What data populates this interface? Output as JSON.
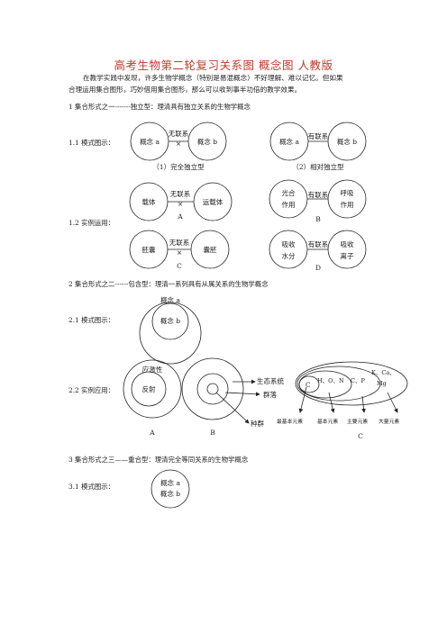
{
  "title": "高考生物第二轮复习关系图 概念图 人教版",
  "intro": {
    "line1": "在教学实践中发现，许多生物学概念（特别是易混概念）不好理解、难以记忆。但如果",
    "line2": "合理运用集合图形，巧妙借用集合图形，那么可以收到事半功倍的教学效果。"
  },
  "section1": {
    "heading": "1  集合形式之一-------独立型：理清具有独立关系的生物学概念",
    "pattern_label": "1.1  模式图示：",
    "pattern_a": {
      "left": "概念 a",
      "right": "概念 b",
      "relation": "无联系",
      "mark": "×",
      "caption": "（1）完全独立型"
    },
    "pattern_b": {
      "left": "概念 a",
      "right": "概念 b",
      "relation": "有联系",
      "caption": "（2）相对独立型"
    },
    "example_label": "1.2 实例运用：",
    "ex_A": {
      "left": "载体",
      "right": "运载体",
      "relation": "无联系",
      "mark": "×",
      "letter": "A"
    },
    "ex_B": {
      "left1": "光合",
      "left2": "作用",
      "right1": "呼吸",
      "right2": "作用",
      "relation": "有联系",
      "letter": "B"
    },
    "ex_C": {
      "left": "胚囊",
      "right": "囊胚",
      "relation": "无联系",
      "mark": "×",
      "letter": "C"
    },
    "ex_D": {
      "left1": "吸收",
      "left2": "水分",
      "right1": "吸收",
      "right2": "离子",
      "relation": "有联系",
      "letter": "D"
    }
  },
  "section2": {
    "heading": "2  集合形式之二------包含型：理清一系列具有从属关系的生物学概念",
    "pattern_label": "2.1  模式图示：",
    "outer": "概念 a",
    "inner": "概念 b",
    "example_label": "2.2 实例应用：",
    "ex_A": {
      "outer": "应激性",
      "inner": "反射",
      "letter": "A"
    },
    "ex_B": {
      "l1": "生态系统",
      "l2": "群落",
      "l3": "种群",
      "letter": "B"
    },
    "ex_C": {
      "c": "C",
      "ring1": "H、O、N",
      "ring2": "C、P",
      "ring3a": "K、Ca、",
      "ring3b": "Mg",
      "lab1": "最基本元素",
      "lab2": "基本元素",
      "lab3": "主要元素",
      "lab4": "大量元素",
      "letter": "C"
    }
  },
  "section3": {
    "heading": "3  集合形式之三——重合型：理清完全等同关系的生物学概念",
    "pattern_label": "3.1  模式图示：",
    "a": "概念 a",
    "b": "概念 b"
  }
}
